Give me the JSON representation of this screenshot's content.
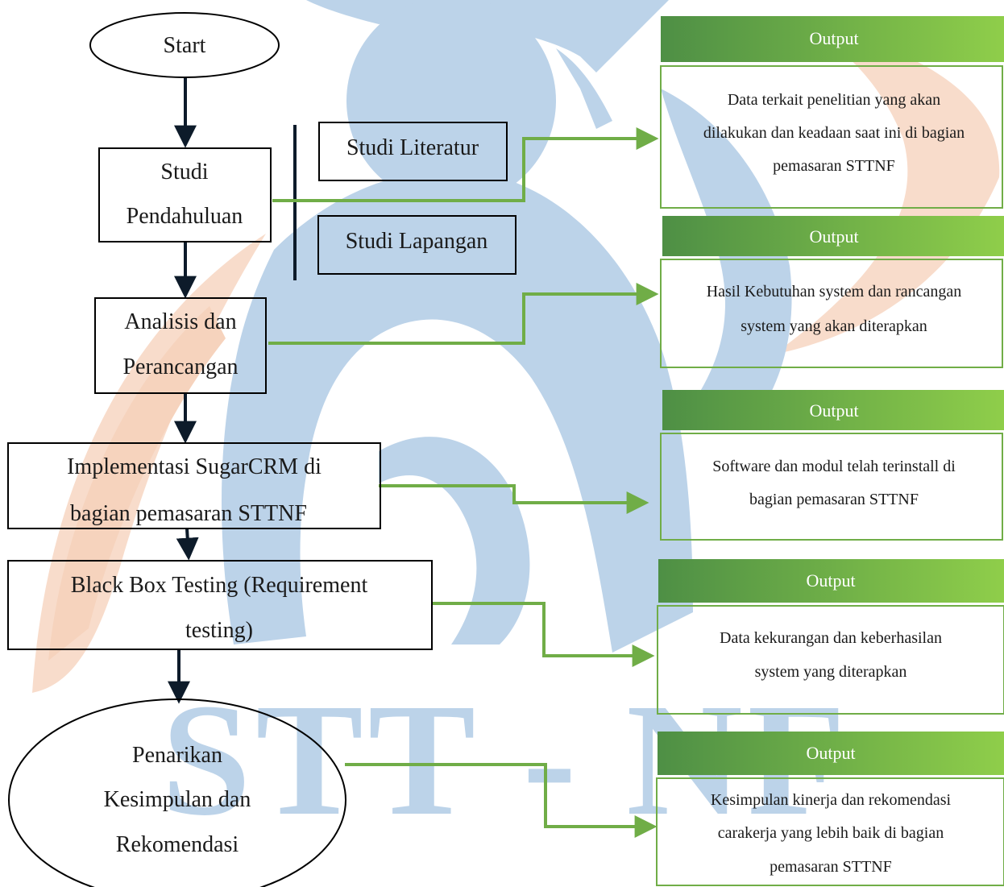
{
  "watermark": {
    "text": "STT - NF"
  },
  "nodes": {
    "start": {
      "label": "Start"
    },
    "studi_pendahuluan": {
      "lines": [
        "Studi",
        "Pendahuluan"
      ]
    },
    "studi_literatur": {
      "label": "Studi Literatur"
    },
    "studi_lapangan": {
      "label": "Studi Lapangan"
    },
    "analisis": {
      "lines": [
        "Analisis dan",
        "Perancangan"
      ]
    },
    "implementasi": {
      "lines": [
        "Implementasi SugarCRM di",
        "bagian pemasaran STTNF"
      ]
    },
    "blackbox": {
      "lines": [
        "Black Box Testing (Requirement",
        "testing)"
      ]
    },
    "penarikan": {
      "lines": [
        "Penarikan",
        "Kesimpulan dan",
        "Rekomendasi"
      ]
    }
  },
  "outputs": [
    {
      "title": "Output",
      "lines": [
        "Data terkait penelitian yang akan",
        "dilakukan dan keadaan saat ini di bagian",
        "pemasaran STTNF"
      ]
    },
    {
      "title": "Output",
      "lines": [
        "Hasil Kebutuhan system dan rancangan",
        "system yang akan diterapkan"
      ]
    },
    {
      "title": "Output",
      "lines": [
        "Software dan modul telah terinstall di",
        "bagian pemasaran STTNF"
      ]
    },
    {
      "title": "Output",
      "lines": [
        "Data kekurangan dan keberhasilan",
        "system yang diterapkan"
      ]
    },
    {
      "title": "Output",
      "lines": [
        "Kesimpulan kinerja dan rekomendasi",
        "carakerja yang lebih baik di bagian",
        "pemasaran STTNF"
      ]
    }
  ],
  "colors": {
    "flow_line": "#0d1b2a",
    "output_border": "#70ad47",
    "output_header_dark": "#4e8f45",
    "output_header_light": "#8fce4a",
    "connector": "#70ad47",
    "watermark_blue": "#bcd3e9",
    "watermark_orange": "#f7d9c4"
  }
}
